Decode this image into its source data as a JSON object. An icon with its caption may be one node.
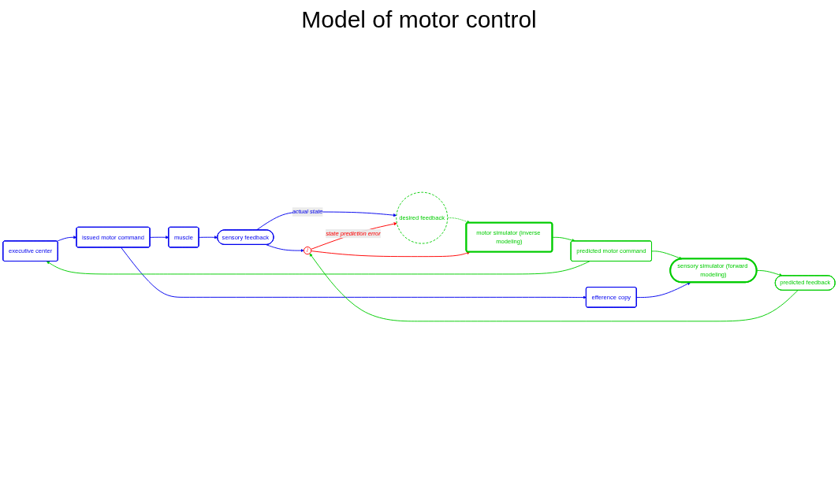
{
  "diagram": {
    "title": "Model of motor control",
    "nodes": [
      {
        "text": [
          "executive center"
        ]
      },
      {
        "text": [
          "issued motor command"
        ]
      },
      {
        "text": [
          "muscle"
        ]
      },
      {
        "text": [
          "sensory feedback"
        ]
      },
      {
        "text": [
          "predicted motor command"
        ]
      },
      {
        "text": [
          "efference copy"
        ]
      },
      {
        "text": [
          "/"
        ]
      },
      {
        "text": [
          "desired feedback"
        ]
      },
      {
        "text": [
          "motor simulator (inverse modeling)"
        ]
      },
      {
        "text": [
          "sensory simulator (forward modeling)"
        ]
      },
      {
        "text": [
          "predicted feedback"
        ]
      }
    ],
    "edges": [
      {
        "from": 0,
        "to": 1,
        "arrow": "to"
      },
      {
        "from": 1,
        "to": 2,
        "arrow": "to"
      },
      {
        "from": 2,
        "to": 3,
        "arrow": "to"
      },
      {
        "from": 1,
        "to": 5,
        "arrow": "to"
      },
      {
        "from": 3,
        "to": 6,
        "arrow": "to"
      },
      {
        "from": 3,
        "to": 7,
        "arrow": "to",
        "label": "actual state"
      },
      {
        "from": 4,
        "to": 0,
        "arrow": "to",
        "color": "#00cc00"
      },
      {
        "from": 8,
        "to": 4,
        "arrow": "to",
        "color": "#00cc00"
      },
      {
        "from": 7,
        "to": 8,
        "arrow": "to",
        "style": "dashed",
        "color": "#00cc00"
      },
      {
        "from": 4,
        "to": 9,
        "arrow": "to",
        "color": "#00cc00"
      },
      {
        "from": 5,
        "to": 9,
        "arrow": "to"
      },
      {
        "from": 9,
        "to": 10,
        "arrow": "to",
        "color": "#00cc00"
      },
      {
        "from": 10,
        "to": 6,
        "arrow": "to",
        "color": "#00cc00"
      },
      {
        "from": 6,
        "to": 7,
        "arrow": "to",
        "label": "state prediction error",
        "color": "#ff0000"
      },
      {
        "from": 6,
        "to": 8,
        "arrow": "to",
        "color": "#ff0000"
      }
    ]
  }
}
